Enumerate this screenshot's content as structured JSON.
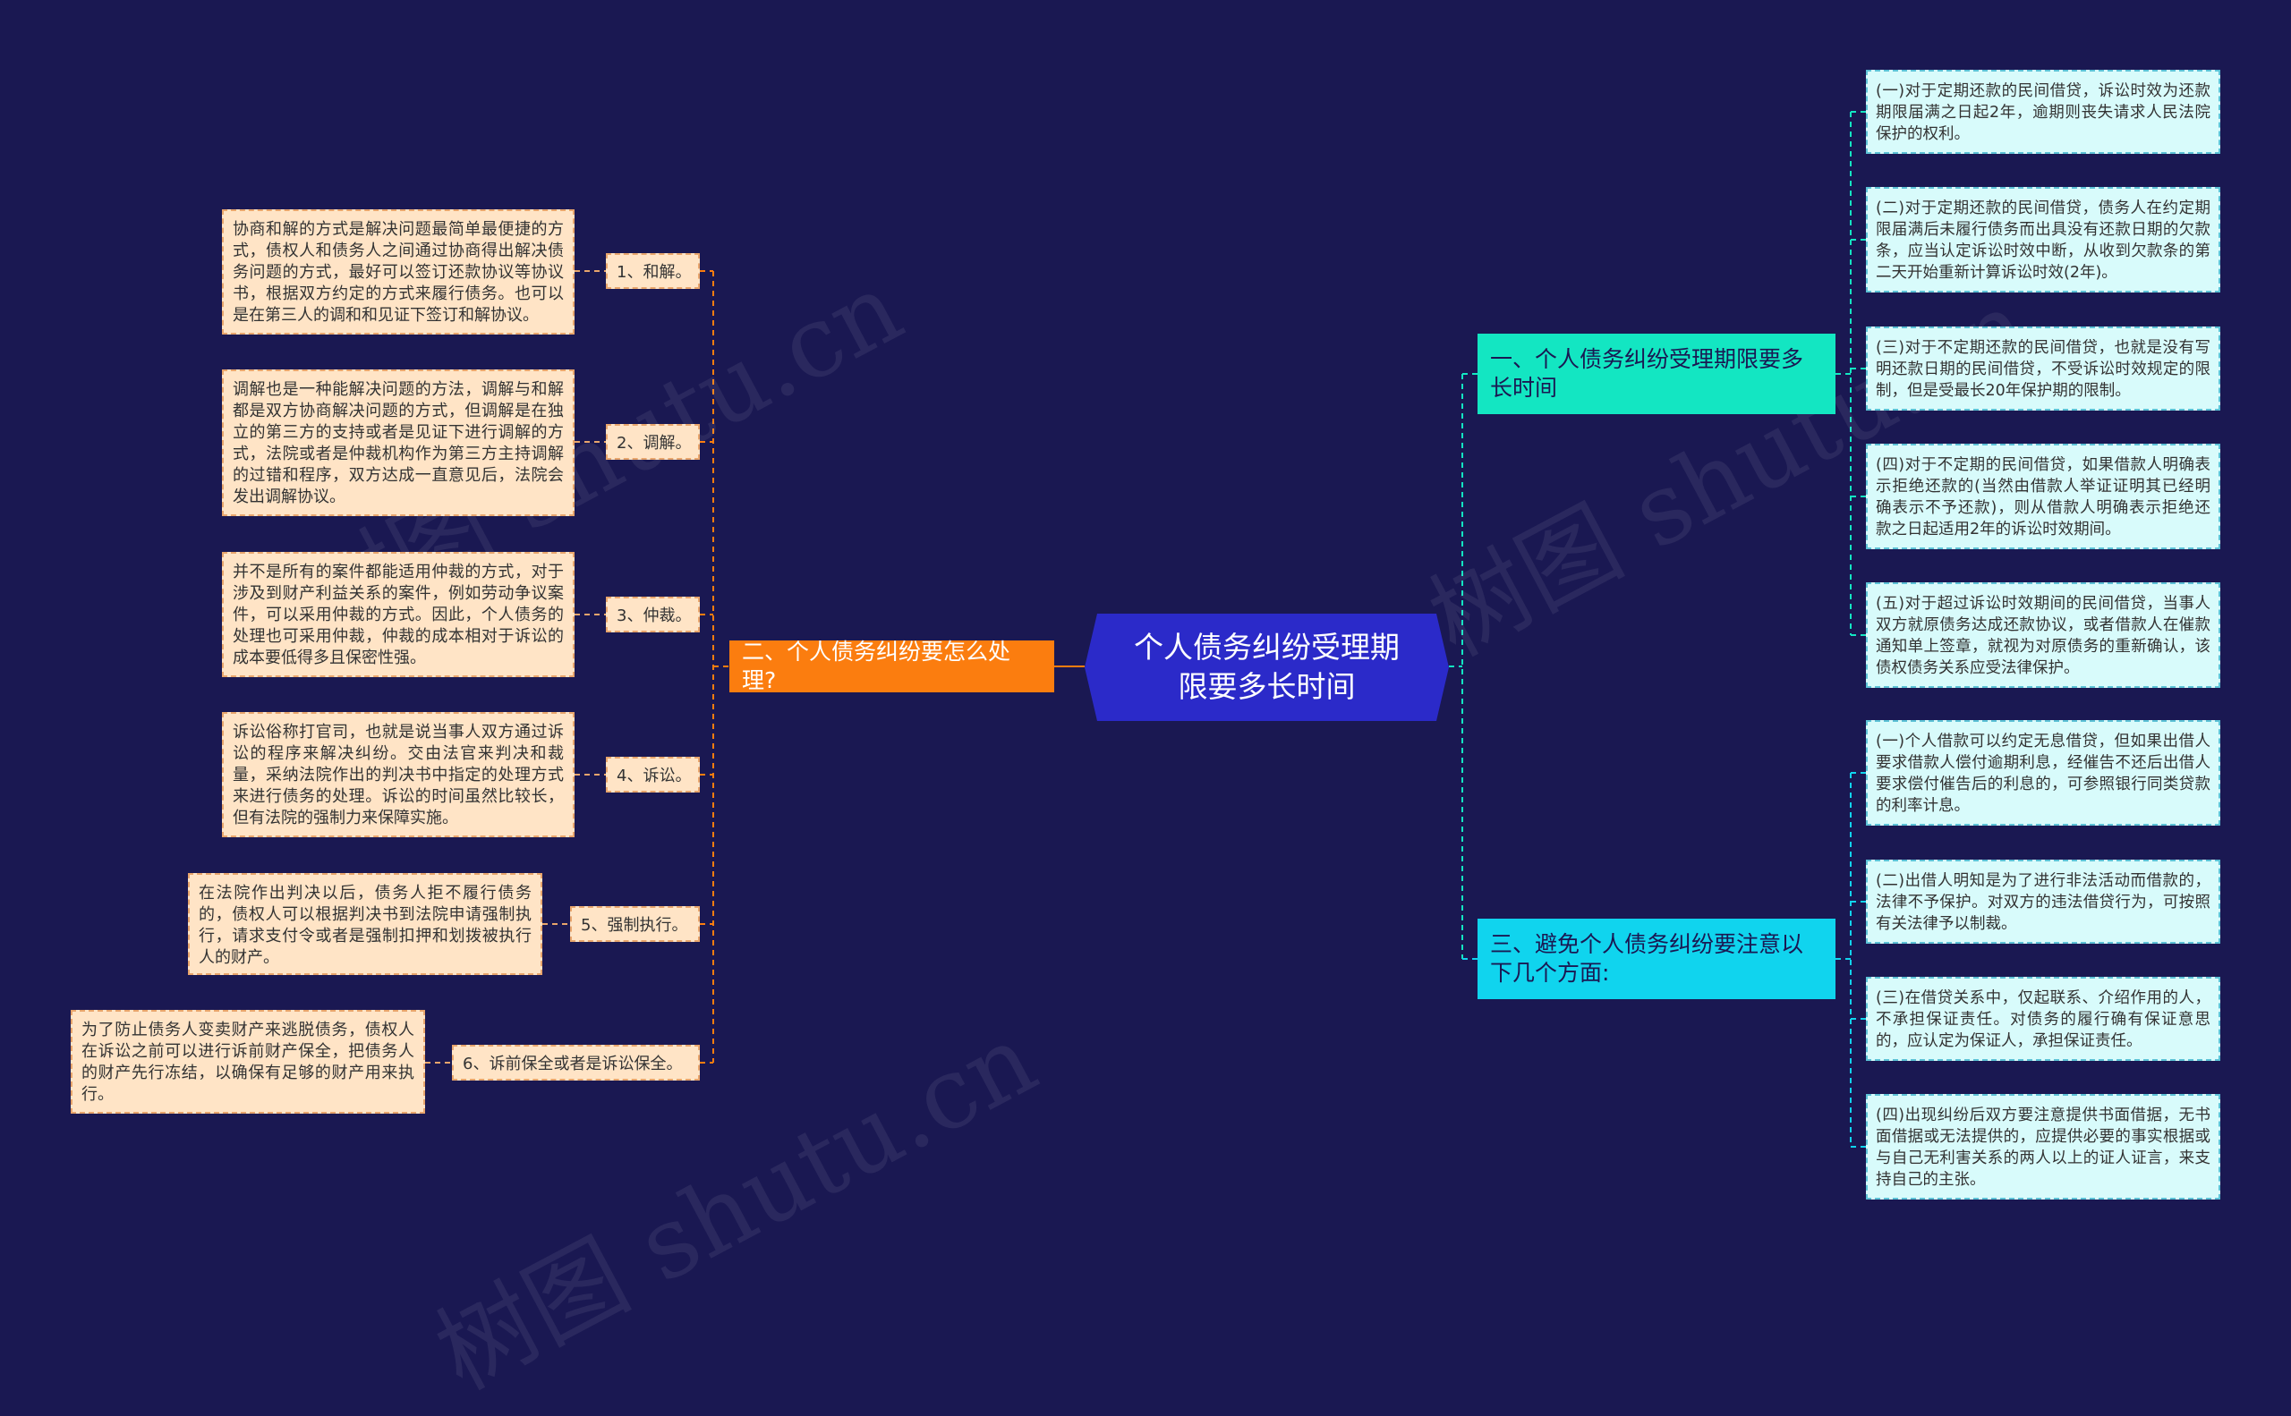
{
  "central": {
    "label": "个人债务纠纷受理期限要多长时间"
  },
  "left_branch": {
    "label": "二、个人债务纠纷要怎么处理?",
    "items": [
      {
        "label": "1、和解。",
        "desc": "协商和解的方式是解决问题最简单最便捷的方式，债权人和债务人之间通过协商得出解决债务问题的方式，最好可以签订还款协议等协议书，根据双方约定的方式来履行债务。也可以是在第三人的调和和见证下签订和解协议。"
      },
      {
        "label": "2、调解。",
        "desc": "调解也是一种能解决问题的方法，调解与和解都是双方协商解决问题的方式，但调解是在独立的第三方的支持或者是见证下进行调解的方式，法院或者是仲裁机构作为第三方主持调解的过错和程序，双方达成一直意见后，法院会发出调解协议。"
      },
      {
        "label": "3、仲裁。",
        "desc": "并不是所有的案件都能适用仲裁的方式，对于涉及到财产利益关系的案件，例如劳动争议案件，可以采用仲裁的方式。因此，个人债务的处理也可采用仲裁，仲裁的成本相对于诉讼的成本要低得多且保密性强。"
      },
      {
        "label": "4、诉讼。",
        "desc": "诉讼俗称打官司，也就是说当事人双方通过诉讼的程序来解决纠纷。交由法官来判决和裁量，采纳法院作出的判决书中指定的处理方式来进行债务的处理。诉讼的时间虽然比较长，但有法院的强制力来保障实施。"
      },
      {
        "label": "5、强制执行。",
        "desc": "在法院作出判决以后，债务人拒不履行债务的，债权人可以根据判决书到法院申请强制执行，请求支付令或者是强制扣押和划拨被执行人的财产。"
      },
      {
        "label": "6、诉前保全或者是诉讼保全。",
        "desc": "为了防止债务人变卖财产来逃脱债务，债权人在诉讼之前可以进行诉前财产保全，把债务人的财产先行冻结，以确保有足够的财产用来执行。"
      }
    ]
  },
  "right_branch_1": {
    "label": "一、个人债务纠纷受理期限要多长时间",
    "items": [
      "(一)对于定期还款的民间借贷，诉讼时效为还款期限届满之日起2年，逾期则丧失请求人民法院保护的权利。",
      "(二)对于定期还款的民间借贷，债务人在约定期限届满后未履行债务而出具没有还款日期的欠款条，应当认定诉讼时效中断，从收到欠款条的第二天开始重新计算诉讼时效(2年)。",
      "(三)对于不定期还款的民间借贷，也就是没有写明还款日期的民间借贷，不受诉讼时效规定的限制，但是受最长20年保护期的限制。",
      "(四)对于不定期的民间借贷，如果借款人明确表示拒绝还款的(当然由借款人举证证明其已经明确表示不予还款)，则从借款人明确表示拒绝还款之日起适用2年的诉讼时效期间。",
      "(五)对于超过诉讼时效期间的民间借贷，当事人双方就原债务达成还款协议，或者借款人在催款通知单上签章，就视为对原债务的重新确认，该债权债务关系应受法律保护。"
    ]
  },
  "right_branch_3": {
    "label": "三、避免个人债务纠纷要注意以下几个方面:",
    "items": [
      "(一)个人借款可以约定无息借贷，但如果出借人要求借款人偿付逾期利息，经催告不还后出借人要求偿付催告后的利息的，可参照银行同类贷款的利率计息。",
      "(二)出借人明知是为了进行非法活动而借款的，法律不予保护。对双方的违法借贷行为，可按照有关法律予以制裁。",
      "(三)在借贷关系中，仅起联系、介绍作用的人，不承担保证责任。对债务的履行确有保证意思的，应认定为保证人，承担保证责任。",
      "(四)出现纠纷后双方要注意提供书面借据，无书面借据或无法提供的，应提供必要的事实根据或与自己无利害关系的两人以上的证人证言，来支持自己的主张。"
    ]
  },
  "watermark": "树图 shutu.cn",
  "colors": {
    "background": "#1a1852",
    "central": "#2b2ac9",
    "left_branch": "#fb7d0f",
    "right_branch_1": "#13e6c2",
    "right_branch_3": "#10d4ee",
    "left_leaf": "#ffe4c6",
    "right_leaf": "#d8fbfb"
  }
}
